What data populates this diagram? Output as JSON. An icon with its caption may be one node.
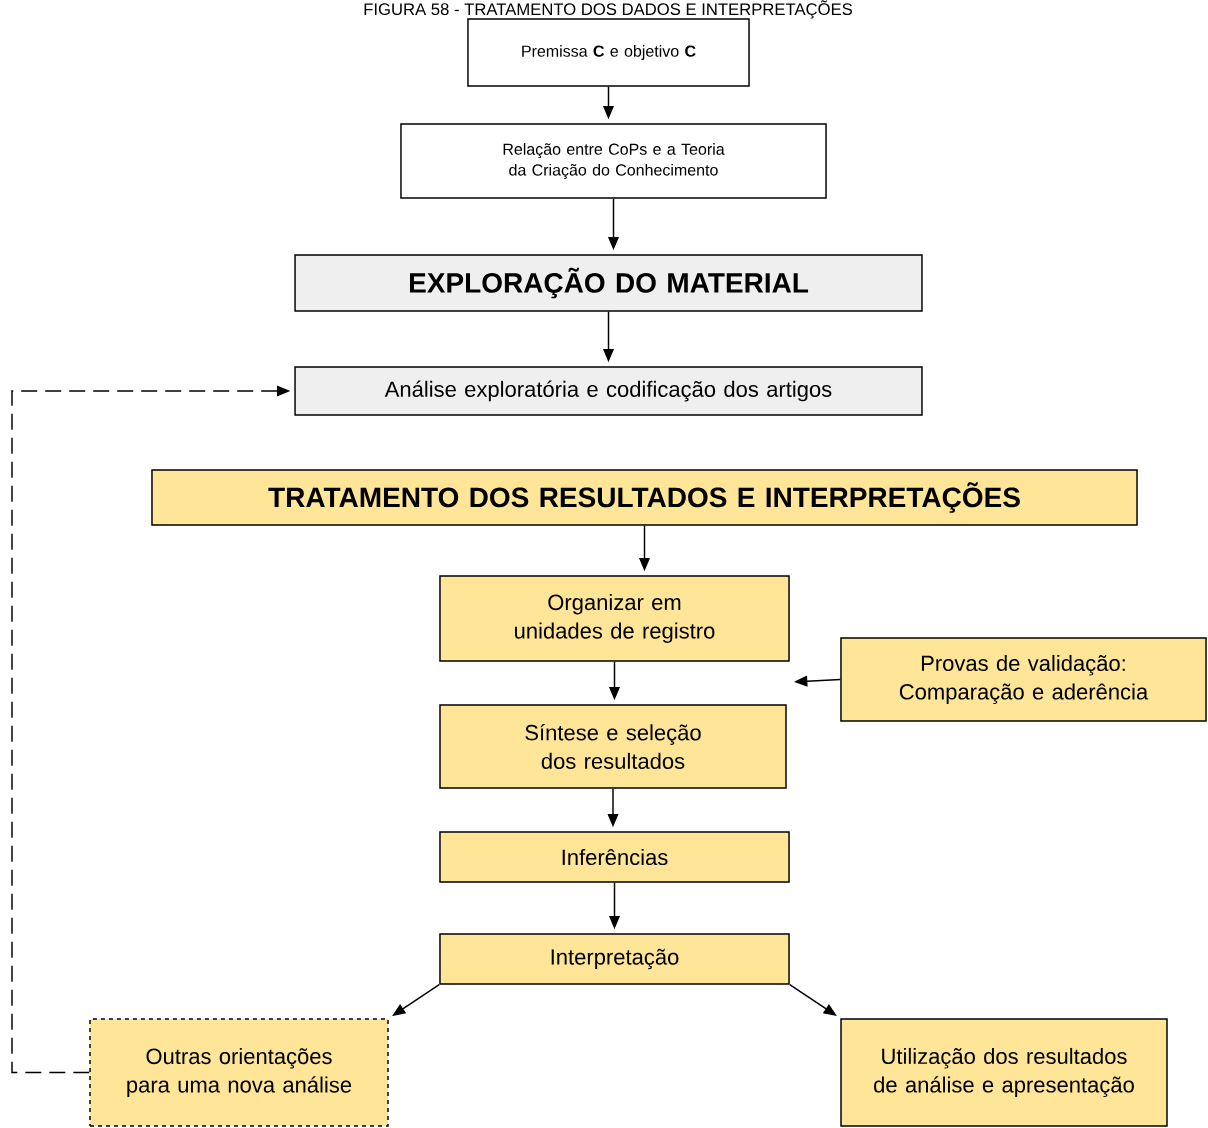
{
  "diagram": {
    "title": "FIGURA 58 - TRATAMENTO DOS DADOS E INTERPRETAÇÕES",
    "nodes": [
      {
        "text": [
          "Premissa **C** e objetivo **C**"
        ]
      },
      {
        "text": [
          "Relação entre CoPs e a Teoria da Criação do Conhecimento"
        ]
      },
      {
        "text": [
          "EXPLORAÇÃO DO MATERIAL"
        ]
      },
      {
        "text": [
          "Análise exploratória e codificação dos artigos"
        ]
      },
      {
        "text": [
          "TRATAMENTO DOS RESULTADOS E INTERPRETAÇÕES"
        ]
      },
      {
        "text": [
          "Organizar em unidades de registro"
        ]
      },
      {
        "text": [
          "Provas de validação: Comparação e aderência"
        ]
      },
      {
        "text": [
          "Síntese e seleção dos resultados"
        ]
      },
      {
        "text": [
          "Inferências"
        ]
      },
      {
        "text": [
          "Interpretação"
        ]
      },
      {
        "text": [
          "Outras orientações para uma nova análise"
        ]
      },
      {
        "text": [
          "Utilização dos resultados de análise e apresentação"
        ]
      }
    ],
    "edges": [
      {
        "from": 0,
        "to": 1,
        "arrow": "to"
      },
      {
        "from": 1,
        "to": 2,
        "arrow": "to"
      },
      {
        "from": 2,
        "to": 3,
        "arrow": "to"
      },
      {
        "from": 4,
        "to": 5,
        "arrow": "to"
      },
      {
        "from": 5,
        "to": 7,
        "arrow": "to"
      },
      {
        "from": 6,
        "to": null,
        "arrow": "to"
      },
      {
        "from": 7,
        "to": 8,
        "arrow": "to"
      },
      {
        "from": 8,
        "to": 9,
        "arrow": "to"
      },
      {
        "from": 9,
        "to": 10,
        "arrow": "to"
      },
      {
        "from": 9,
        "to": 11,
        "arrow": "to"
      },
      {
        "from": 10,
        "to": 3,
        "arrow": "to",
        "style": "dashed"
      }
    ]
  }
}
